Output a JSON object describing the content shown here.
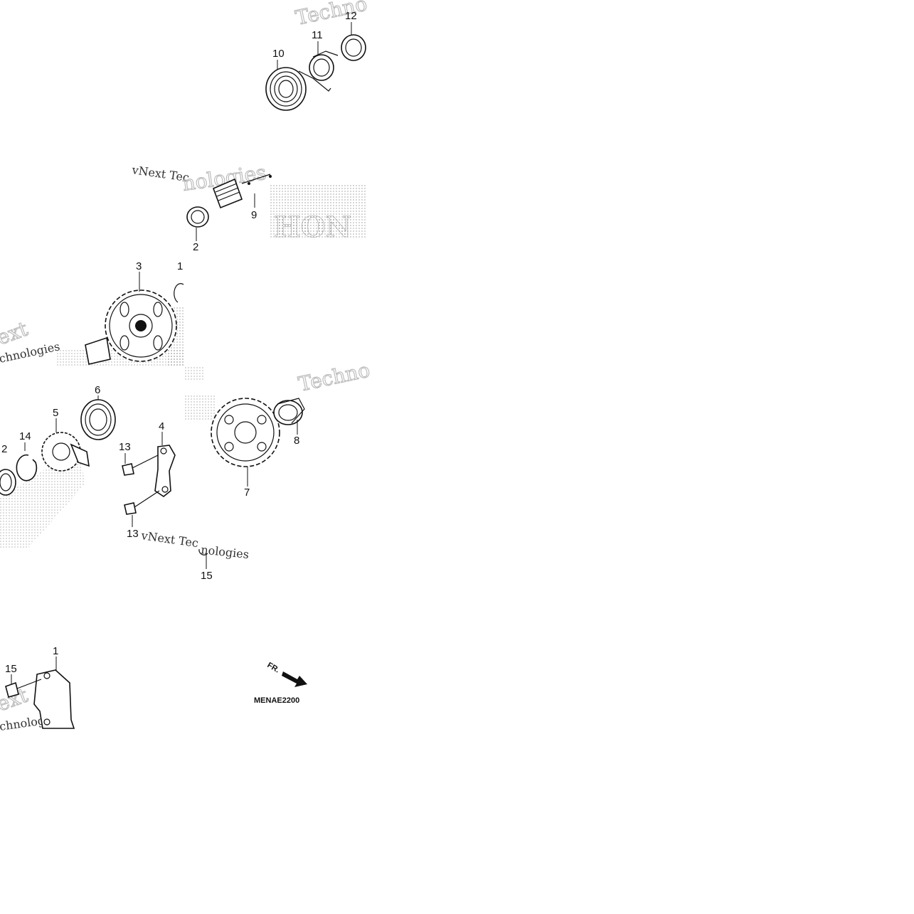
{
  "callouts": {
    "c1": "1",
    "c2a": "2",
    "c2b": "2",
    "c3": "3",
    "c4": "4",
    "c5": "5",
    "c6": "6",
    "c7": "7",
    "c8": "8",
    "c9": "9",
    "c10": "10",
    "c11": "11",
    "c12": "12",
    "c13a": "13",
    "c13b": "13",
    "c14": "14",
    "c15a": "15",
    "c15b": "15",
    "c_partial": "1"
  },
  "direction_label": "FR.",
  "diagram_code": "MENAE2200",
  "watermarks": {
    "w1": "Techno",
    "w2": "vNext Tec",
    "w3": "nologies",
    "w4": "Techno",
    "w5": "vNext Tec",
    "w6": "nologies",
    "w7": "ext",
    "w8": "chnologies",
    "w9": "ext",
    "w10": "chnologies"
  },
  "brand_fragments": {
    "b1": "HON"
  },
  "colors": {
    "ink": "#111111",
    "background": "#ffffff",
    "watermark": "#bdbdbd"
  }
}
